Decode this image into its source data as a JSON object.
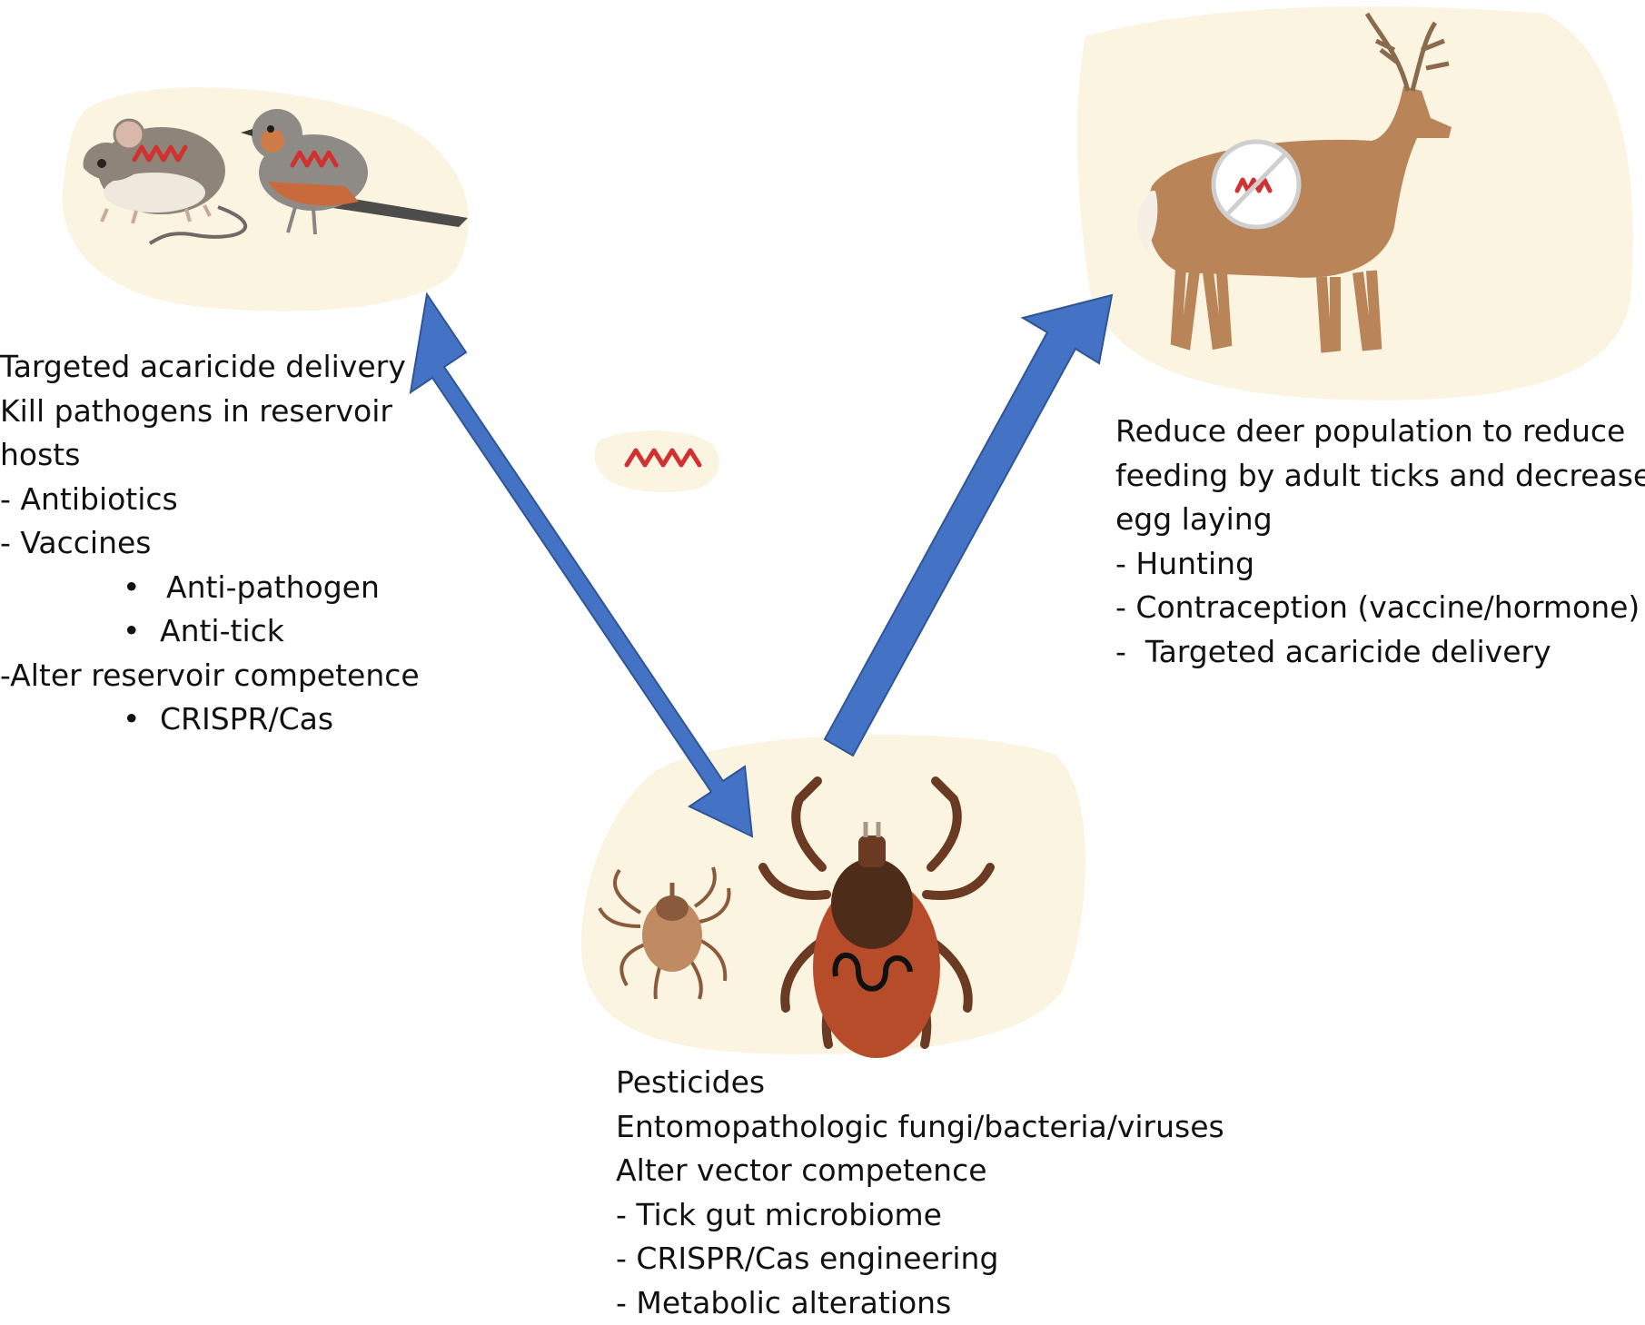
{
  "colors": {
    "arrow": "#4472c4",
    "arrow_stroke": "#2f5597",
    "blob": "#fbf4e0",
    "pathogen": "#d03232",
    "deer": "#b98458",
    "tick_body": "#b64c2a",
    "tick_dark": "#4e2c1a"
  },
  "icons": [
    "mouse-icon",
    "bird-icon",
    "deer-icon",
    "tick-adult-icon",
    "tick-nymph-icon",
    "spirochete-icon",
    "no-symbol-icon"
  ],
  "reservoir_hosts": {
    "lines": [
      "Targeted acaricide delivery",
      "Kill pathogens in reservoir",
      "hosts",
      "- Antibiotics",
      "- Vaccines"
    ],
    "vaccine_bullets": [
      "Anti-pathogen",
      "Anti-tick"
    ],
    "alter_line": "-Alter reservoir competence",
    "alter_bullets": [
      "CRISPR/Cas"
    ],
    "bullet_symbol": "•"
  },
  "deer": {
    "lines": [
      "Reduce deer population to reduce",
      "feeding by adult ticks and decrease",
      "egg laying",
      "- Hunting",
      "- Contraception (vaccine/hormone)",
      "-  Targeted acaricide delivery"
    ]
  },
  "tick": {
    "lines": [
      "Pesticides",
      "Entomopathologic fungi/bacteria/viruses",
      "Alter vector competence",
      "- Tick gut microbiome",
      "- CRISPR/Cas engineering",
      "- Metabolic alterations"
    ]
  }
}
